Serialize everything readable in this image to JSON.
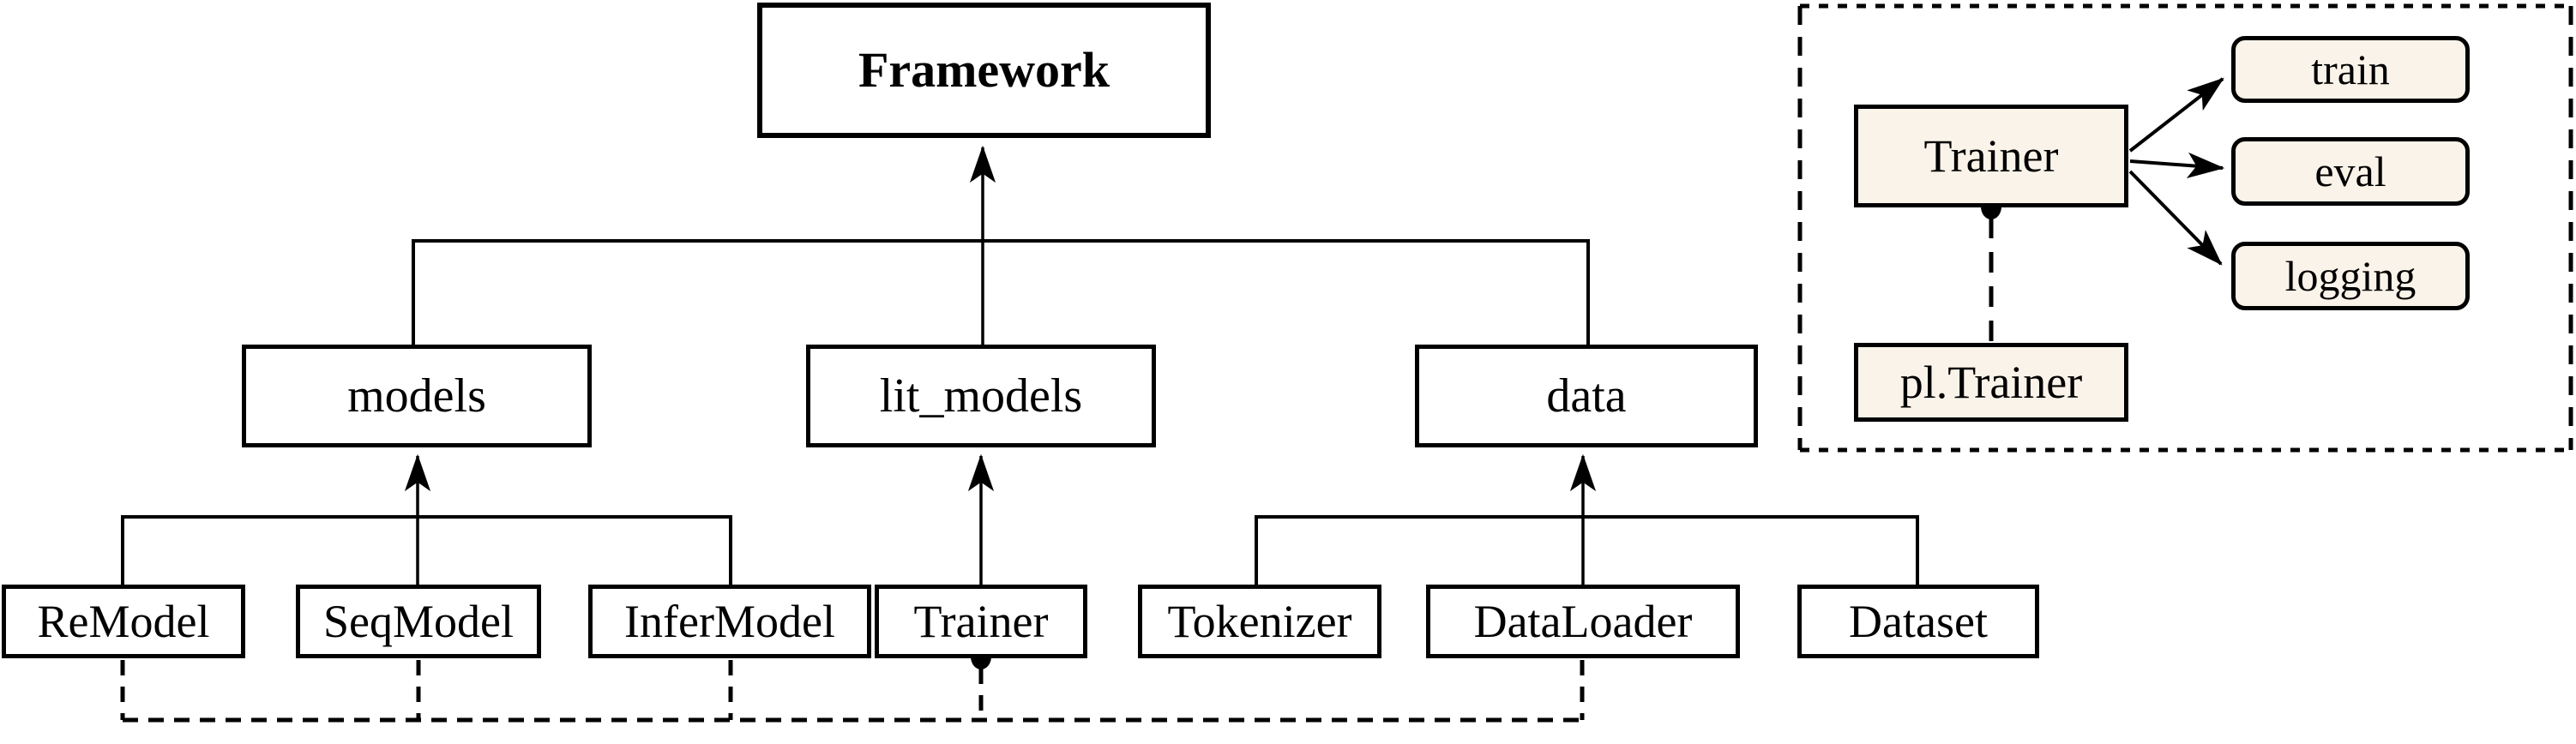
{
  "diagram": {
    "nodes": {
      "framework": {
        "label": "Framework"
      },
      "models": {
        "label": "models"
      },
      "lit_models": {
        "label": "lit_models"
      },
      "data": {
        "label": "data"
      },
      "remodel": {
        "label": "ReModel"
      },
      "seqmodel": {
        "label": "SeqModel"
      },
      "infermodel": {
        "label": "InferModel"
      },
      "trainer": {
        "label": "Trainer"
      },
      "tokenizer": {
        "label": "Tokenizer"
      },
      "dataloader": {
        "label": "DataLoader"
      },
      "dataset": {
        "label": "Dataset"
      }
    },
    "detail_panel": {
      "trainer": {
        "label": "Trainer"
      },
      "methods": [
        {
          "label": "train"
        },
        {
          "label": "eval"
        },
        {
          "label": "logging"
        }
      ],
      "pl_trainer": {
        "label": "pl.Trainer"
      }
    },
    "colors": {
      "stroke": "#000000",
      "cream_fill": "#FAF3E9",
      "white_fill": "#FFFFFF",
      "background": "#FFFFFF"
    }
  }
}
